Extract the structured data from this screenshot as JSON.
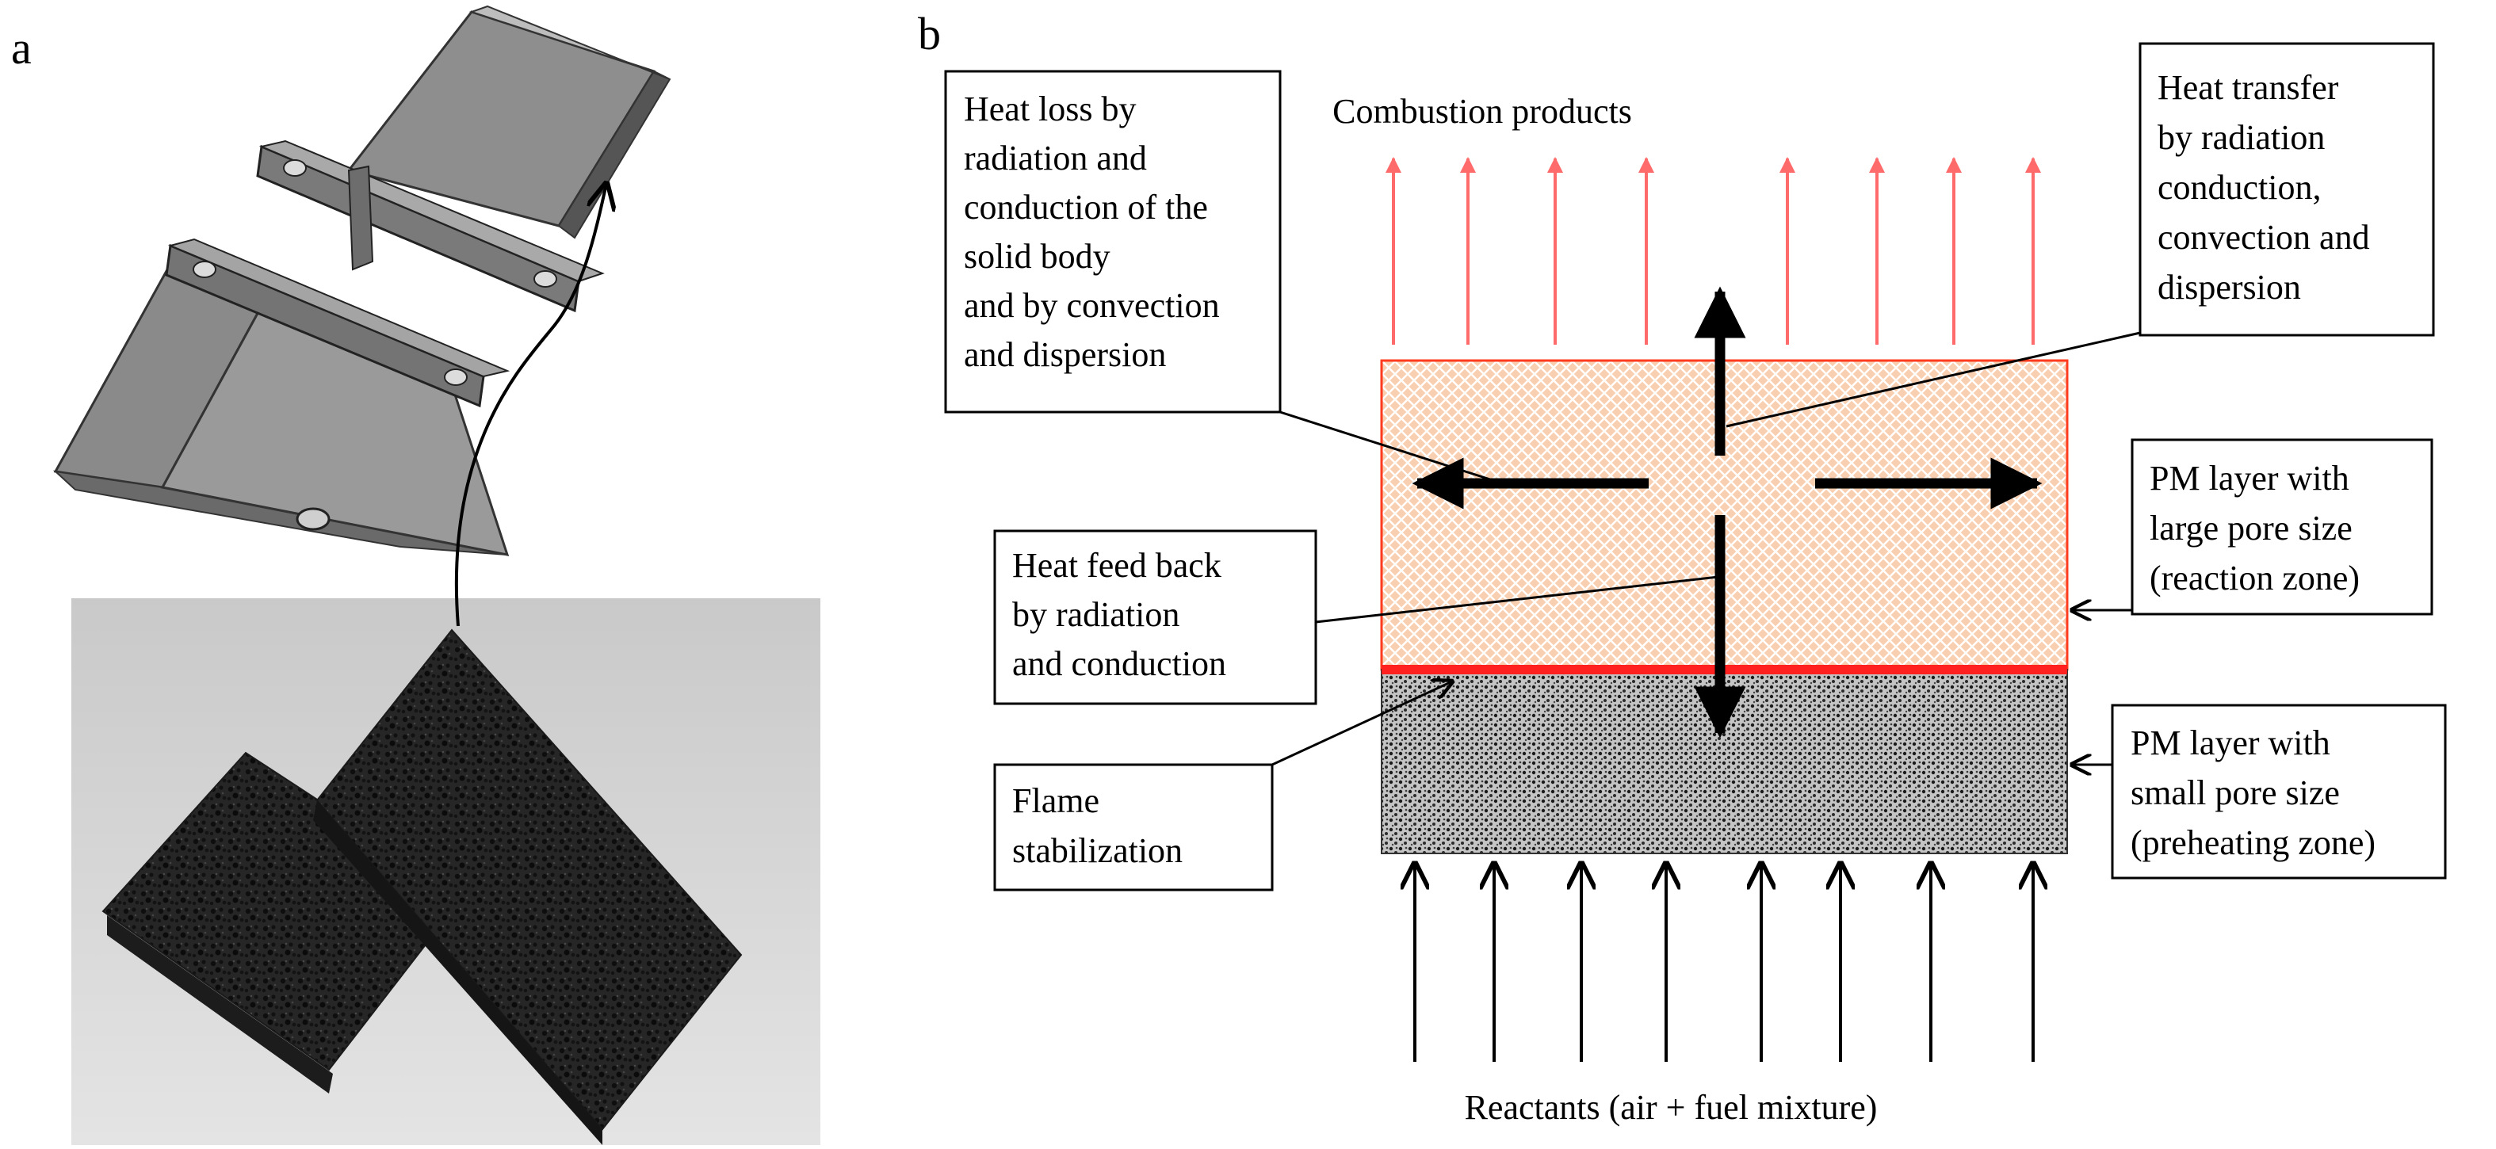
{
  "panel_a": {
    "letter": "a"
  },
  "panel_b": {
    "letter": "b",
    "combustion_products": "Combustion products",
    "reactants": "Reactants (air + fuel mixture)",
    "heat_loss": [
      "Heat loss by",
      "radiation and",
      "conduction of the",
      "solid body",
      "and by convection",
      "and dispersion"
    ],
    "heat_transfer": [
      "Heat transfer",
      "by radiation",
      "conduction,",
      "convection and",
      "dispersion"
    ],
    "heat_feedback": [
      "Heat feed back",
      "by radiation",
      "and conduction"
    ],
    "flame_stabilization": [
      "Flame",
      "stabilization"
    ],
    "pm_large": [
      "PM layer with",
      "large pore size",
      "(reaction zone)"
    ],
    "pm_small": [
      "PM layer with",
      "small pore size",
      "(preheating zone)"
    ]
  },
  "colors": {
    "reaction_zone_fill": "#f8cfb0",
    "reaction_zone_hatch": "#ffffff",
    "reaction_zone_border": "#ff3b1f",
    "flame_line": "#ff2020",
    "product_arrows": "#ff6b6b",
    "preheat_fill": "#b8b8b8",
    "preheat_dots": "#1a1a1a",
    "foam": "#262626",
    "part_metal": "#8c8c8c",
    "photo_bg": "#d4d4d4"
  }
}
